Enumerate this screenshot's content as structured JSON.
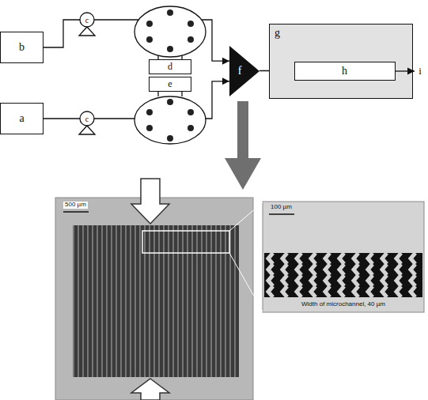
{
  "diagram": {
    "nodes": [
      {
        "text": [
          "b"
        ]
      },
      {
        "text": [
          "d"
        ]
      },
      {
        "text": [
          "e"
        ]
      },
      {
        "text": [
          "a"
        ]
      },
      {
        "text": [
          "f"
        ]
      },
      {
        "text": [
          "g"
        ]
      },
      {
        "text": [
          "h"
        ],
        "in": 5
      }
    ],
    "edges": [
      {
        "from": 0,
        "to": 4,
        "arrow": "to"
      },
      {
        "from": 3,
        "to": 4,
        "arrow": "to"
      },
      {
        "from": 4,
        "to": 6,
        "arrow": "to"
      }
    ],
    "labels": [
      "c",
      "c",
      "i",
      "500 µm",
      "100 µm",
      "Width of microchannel, 40 µm"
    ]
  }
}
